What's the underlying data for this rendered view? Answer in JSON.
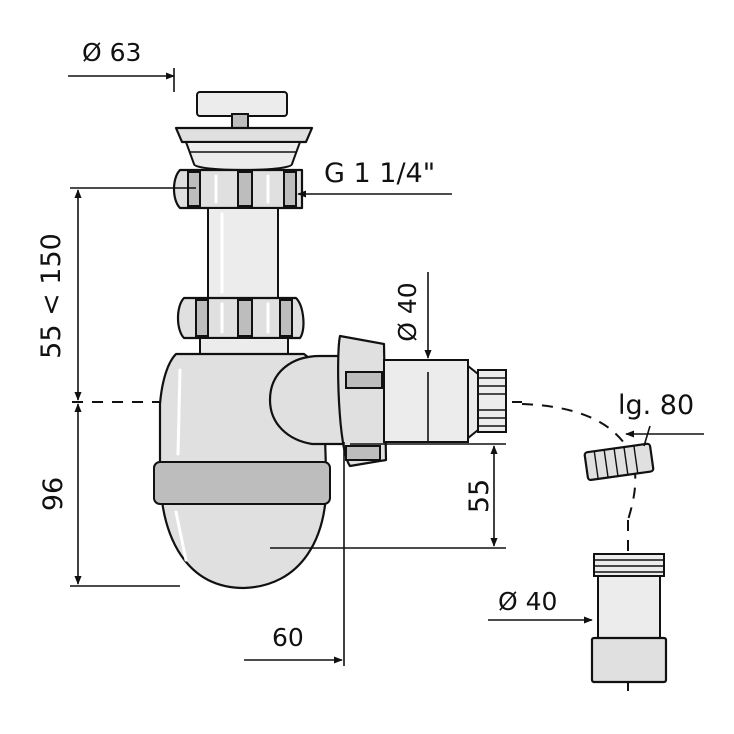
{
  "labels": {
    "plug_diameter": "Ø 63",
    "thread": "G 1 1/4\"",
    "height_range": "55 < 150",
    "outlet_diameter": "Ø 40",
    "outlet_length": "lg. 80",
    "trap_height": "96",
    "outlet_height": "55",
    "adapter_diameter": "Ø 40",
    "offset": "60"
  }
}
